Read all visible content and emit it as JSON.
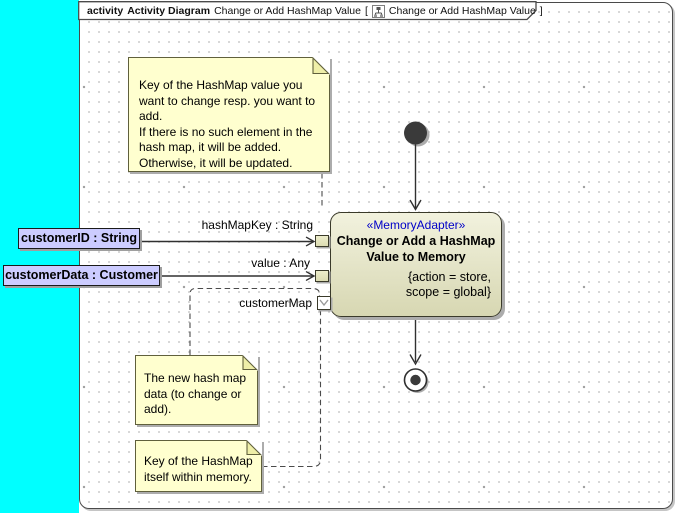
{
  "frame": {
    "keyword": "activity",
    "diagram_type": "Activity Diagram",
    "name": "Change or Add HashMap Value",
    "context_open": "[",
    "context_name": "Change or Add HashMap Value",
    "context_close": "]"
  },
  "notes": {
    "key_note": "Key of the HashMap value you\nwant to change resp. you want to\nadd.\nIf there is no such element in the\nhash map, it will be added.\nOtherwise, it will be updated.",
    "new_data_note": "The new hash map\ndata (to change or\nadd).",
    "memory_key_note": "Key of the HashMap\nitself within memory."
  },
  "action": {
    "stereotype": "«MemoryAdapter»",
    "name_line1": "Change or Add a HashMap",
    "name_line2": "Value to Memory",
    "tagged_line1": "{action = store,",
    "tagged_line2": "scope = global}"
  },
  "pins": {
    "hashMapKey": {
      "label": "hashMapKey : String"
    },
    "value": {
      "label": "value : Any"
    },
    "customerMap": {
      "label": "customerMap"
    }
  },
  "parameters": {
    "customerID": {
      "label": "customerID : String"
    },
    "customerData": {
      "label": "customerData : Customer"
    }
  },
  "icons": {
    "frame_title_icon": "activity-diagram-icon",
    "customerMap_pin_icon": "chevron-down-value-pin-icon"
  },
  "colors": {
    "canvas-cyan": "#00FFFF",
    "frame-border": "#4A4A4A",
    "grid-dot": "#BDBDBD",
    "note-fill": "#FFFFCF",
    "note-fold": "#EFEFA8",
    "note-border": "#60603C",
    "action-fill-top": "#F2F2DE",
    "action-fill-bottom": "#D7D7B2",
    "action-border": "#3A3A2A",
    "param-fill": "#CCCCFF",
    "param-border": "#1A1A1A",
    "stereotype-blue": "#0000C8",
    "line-color": "#303030",
    "shadow-color": "#ACACAC"
  }
}
